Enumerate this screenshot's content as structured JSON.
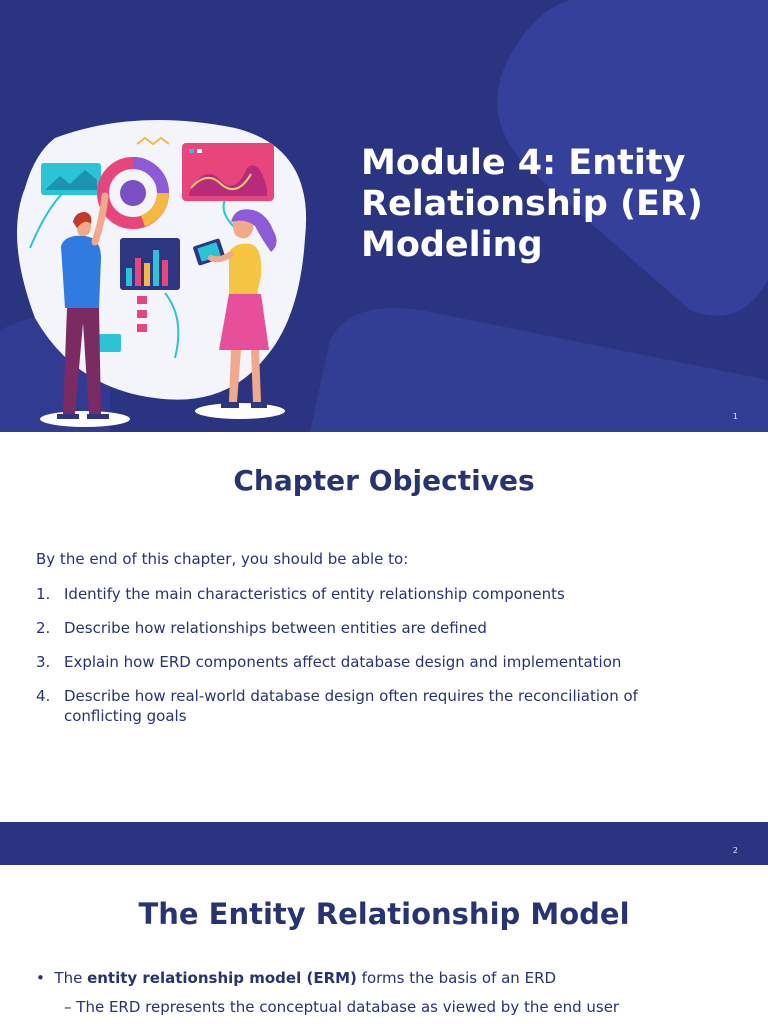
{
  "slide1": {
    "title": "Module 4: Entity Relationship (ER) Modeling",
    "slide_number": "1"
  },
  "slide2": {
    "title": "Chapter Objectives",
    "intro": "By the end of this chapter, you should be able to:",
    "objectives": [
      {
        "num": "1.",
        "text": "Identify the main characteristics of entity relationship components"
      },
      {
        "num": "2.",
        "text": "Describe how relationships between entities are defined"
      },
      {
        "num": "3.",
        "text": "Explain how ERD components affect database design and implementation"
      },
      {
        "num": "4.",
        "text": "Describe how real-world database design often requires the reconciliation of conflicting goals"
      }
    ],
    "slide_number": "2"
  },
  "slide3": {
    "title": "The Entity Relationship Model",
    "bullet1": {
      "marker": "•",
      "prefix": "The ",
      "bold": "entity relationship model (ERM)",
      "suffix": " forms the basis of an ERD"
    },
    "bullet2": {
      "marker": "–",
      "text": "The ERD represents the conceptual database as viewed by the end user"
    }
  },
  "colors": {
    "navy": "#2b3481",
    "heading": "#283374",
    "accent_pink": "#e8457d",
    "accent_teal": "#2bc4d6"
  },
  "icons": [
    "data-analysts-illustration"
  ]
}
